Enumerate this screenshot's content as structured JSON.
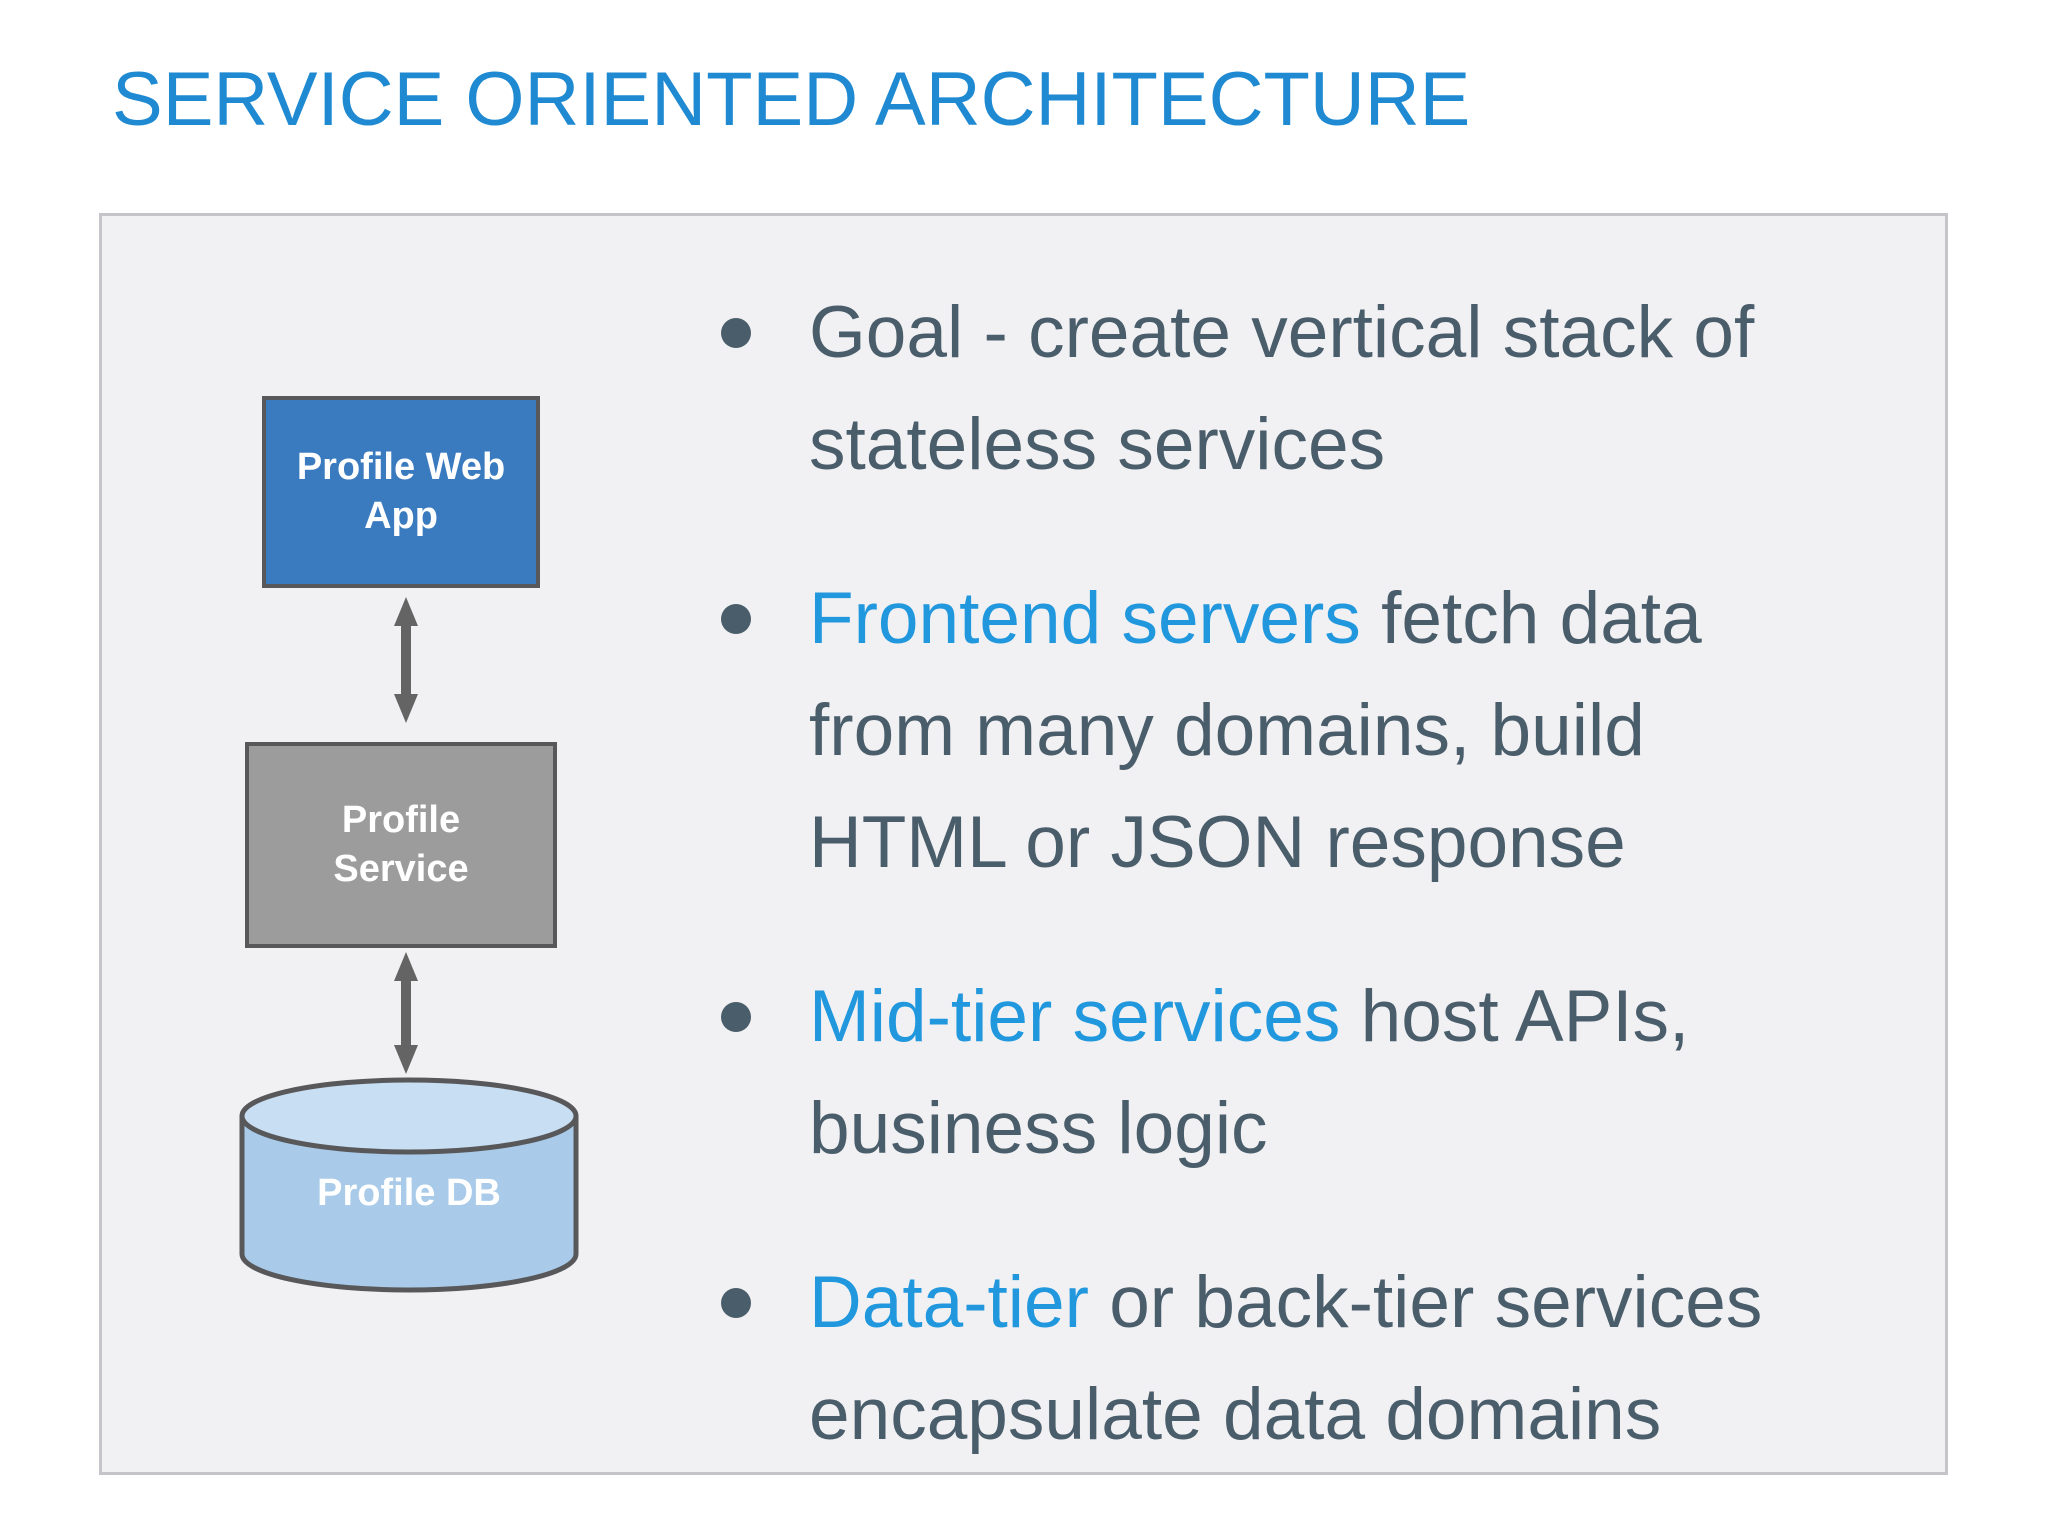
{
  "title": "SERVICE ORIENTED ARCHITECTURE",
  "colors": {
    "title_blue": "#1f8ad2",
    "accent_blue": "#2197dd",
    "body_text": "#4a5d6b",
    "panel_bg": "#f1f1f3",
    "panel_border": "#c5c5c9",
    "node_blue": "#3a7abf",
    "node_gray": "#9c9c9c",
    "node_border": "#58585a",
    "cylinder_body": "#a9cbe9",
    "cylinder_top": "#c8def2",
    "arrow": "#646464"
  },
  "diagram": {
    "nodes": [
      {
        "id": "profile-web-app",
        "label": "Profile Web App",
        "shape": "rectangle",
        "color": "#3a7abf"
      },
      {
        "id": "profile-service",
        "label": "Profile Service",
        "shape": "rectangle",
        "color": "#9c9c9c"
      },
      {
        "id": "profile-db",
        "label": "Profile DB",
        "shape": "cylinder",
        "color": "#a9cbe9"
      }
    ],
    "connectors": [
      {
        "from": "profile-web-app",
        "to": "profile-service",
        "type": "double-headed-arrow"
      },
      {
        "from": "profile-service",
        "to": "profile-db",
        "type": "double-headed-arrow"
      }
    ]
  },
  "bullets": [
    {
      "lines": [
        [
          {
            "t": "Goal - create vertical stack of",
            "c": "dark"
          }
        ],
        [
          {
            "t": "stateless services",
            "c": "dark"
          }
        ]
      ]
    },
    {
      "lines": [
        [
          {
            "t": "Frontend servers",
            "c": "blue"
          },
          {
            "t": " fetch data",
            "c": "dark"
          }
        ],
        [
          {
            "t": "from many domains, build",
            "c": "dark"
          }
        ],
        [
          {
            "t": "HTML or JSON response",
            "c": "dark"
          }
        ]
      ]
    },
    {
      "lines": [
        [
          {
            "t": "Mid-tier services",
            "c": "blue"
          },
          {
            "t": " host APIs,",
            "c": "dark"
          }
        ],
        [
          {
            "t": "business logic",
            "c": "dark"
          }
        ]
      ]
    },
    {
      "lines": [
        [
          {
            "t": "Data-tier",
            "c": "blue"
          },
          {
            "t": " or back-tier services",
            "c": "dark"
          }
        ],
        [
          {
            "t": "encapsulate data domains",
            "c": "dark"
          }
        ]
      ]
    }
  ]
}
